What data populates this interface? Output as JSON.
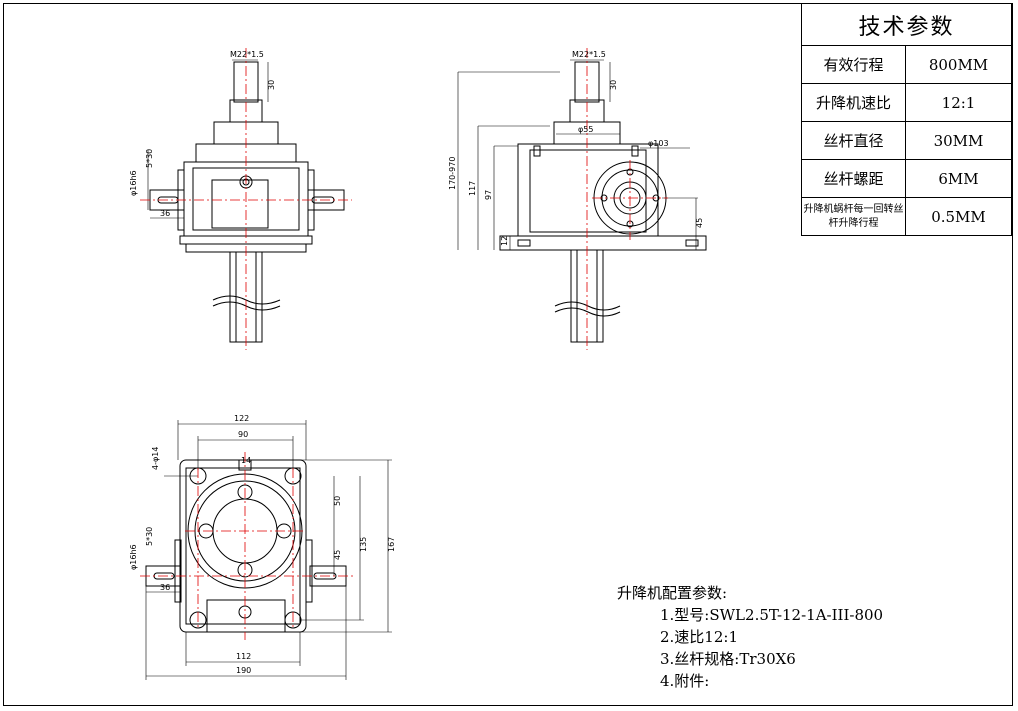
{
  "spec_table": {
    "title": "技术参数",
    "rows": [
      {
        "key": "有效行程",
        "value": "800MM"
      },
      {
        "key": "升降机速比",
        "value": "12:1"
      },
      {
        "key": "丝杆直径",
        "value": "30MM"
      },
      {
        "key": "丝杆螺距",
        "value": "6MM"
      },
      {
        "key": "升降机蜗杆每一回转丝杆升降行程",
        "value": "0.5MM"
      }
    ]
  },
  "notes": {
    "title": "升降机配置参数:",
    "items": [
      "1.型号:SWL2.5T-12-1A-III-800",
      "2.速比12:1",
      "3.丝杆规格:Tr30X6",
      "4.附件:"
    ]
  },
  "dimensions": {
    "front_thread": "M22*1.5",
    "front_thread_len": "30",
    "front_key": "5*30",
    "front_shaft_dia": "φ16h6",
    "front_shaft_len": "36",
    "side_thread": "M22*1.5",
    "side_thread_len": "30",
    "side_range": "170-970",
    "side_h117": "117",
    "side_h97": "97",
    "side_h12": "12",
    "side_boss": "φ55",
    "side_flange": "φ103",
    "side_h45": "45",
    "top_w122": "122",
    "top_w90": "90",
    "top_holes": "4-φ14",
    "top_key14": "14",
    "top_v50": "50",
    "top_v45": "45",
    "top_v135": "135",
    "top_v167": "167",
    "top_key": "5*30",
    "top_shaft_dia": "φ16h6",
    "top_shaft_len": "36",
    "top_w112": "112",
    "top_w190": "190"
  }
}
